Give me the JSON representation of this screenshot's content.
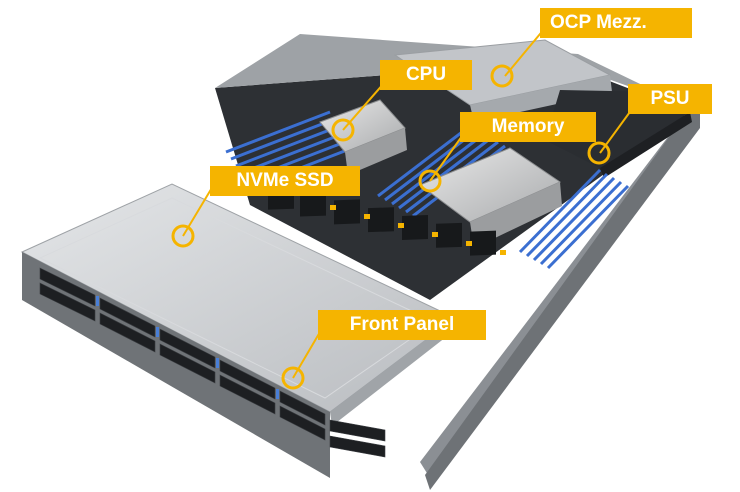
{
  "colors": {
    "accent": "#f5b400",
    "label_text": "#ffffff",
    "chassis_silver": "#c9ccd0",
    "interior_dark": "#2a2d31",
    "dimm_blue": "#3b6fd1"
  },
  "labels": {
    "ocp": "OCP Mezz.",
    "cpu": "CPU",
    "psu": "PSU",
    "memory": "Memory",
    "nvme": "NVMe SSD",
    "front": "Front Panel"
  }
}
